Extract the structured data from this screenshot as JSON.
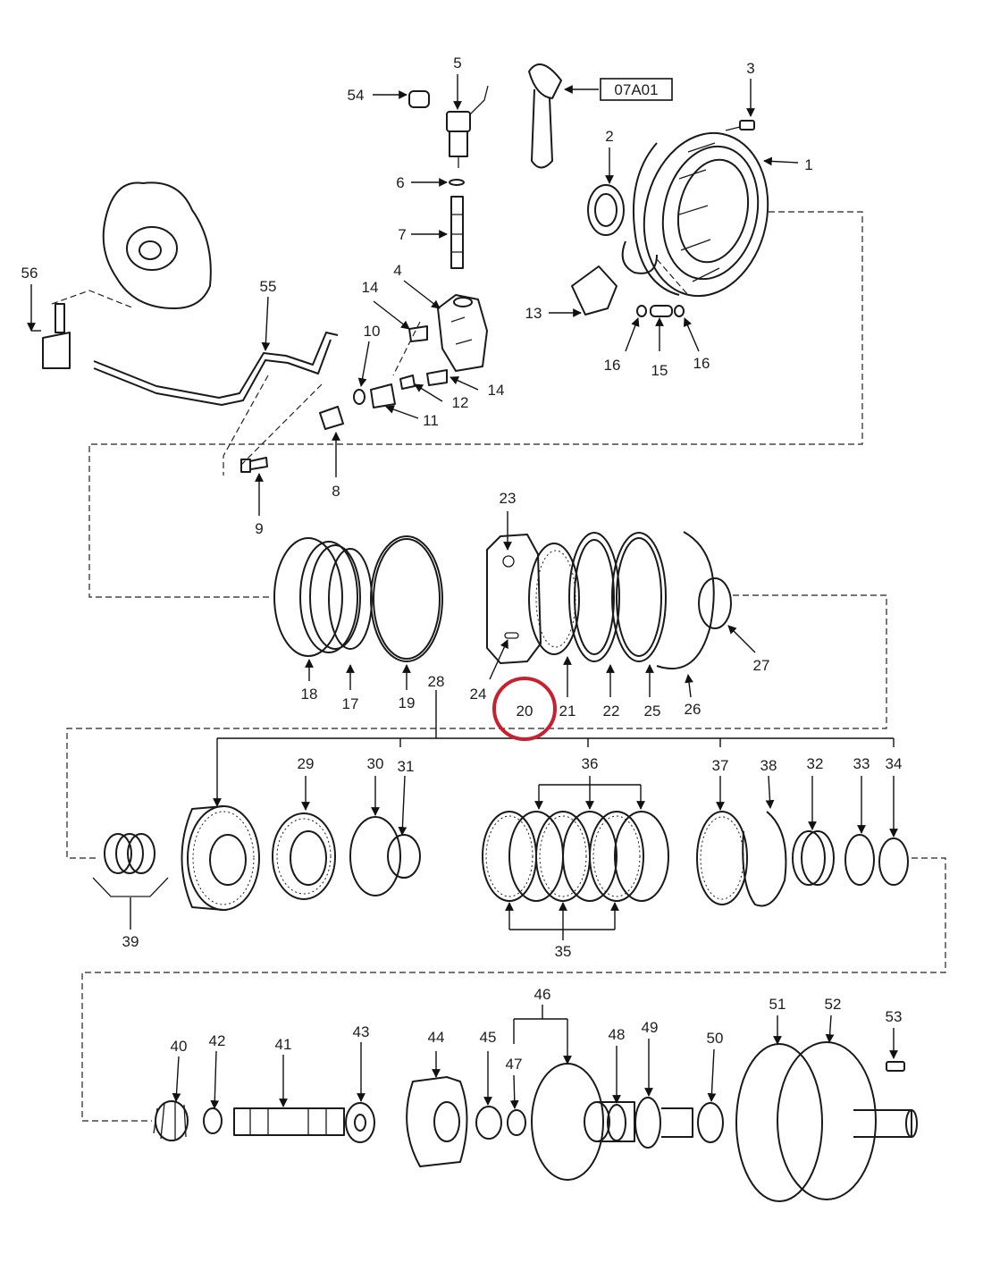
{
  "reference_box": {
    "text": "07A01"
  },
  "highlight": {
    "label": "20",
    "color": "#c8202f"
  },
  "callouts": [
    "1",
    "2",
    "3",
    "4",
    "5",
    "6",
    "7",
    "8",
    "9",
    "10",
    "11",
    "12",
    "13",
    "14",
    "15",
    "16",
    "17",
    "18",
    "19",
    "21",
    "22",
    "23",
    "24",
    "25",
    "26",
    "27",
    "28",
    "29",
    "30",
    "31",
    "32",
    "33",
    "34",
    "35",
    "36",
    "37",
    "38",
    "39",
    "40",
    "41",
    "42",
    "43",
    "44",
    "45",
    "46",
    "47",
    "48",
    "49",
    "50",
    "51",
    "52",
    "53",
    "54",
    "55",
    "56"
  ],
  "duplicate_callouts": {
    "14b": "14",
    "16b": "16"
  }
}
